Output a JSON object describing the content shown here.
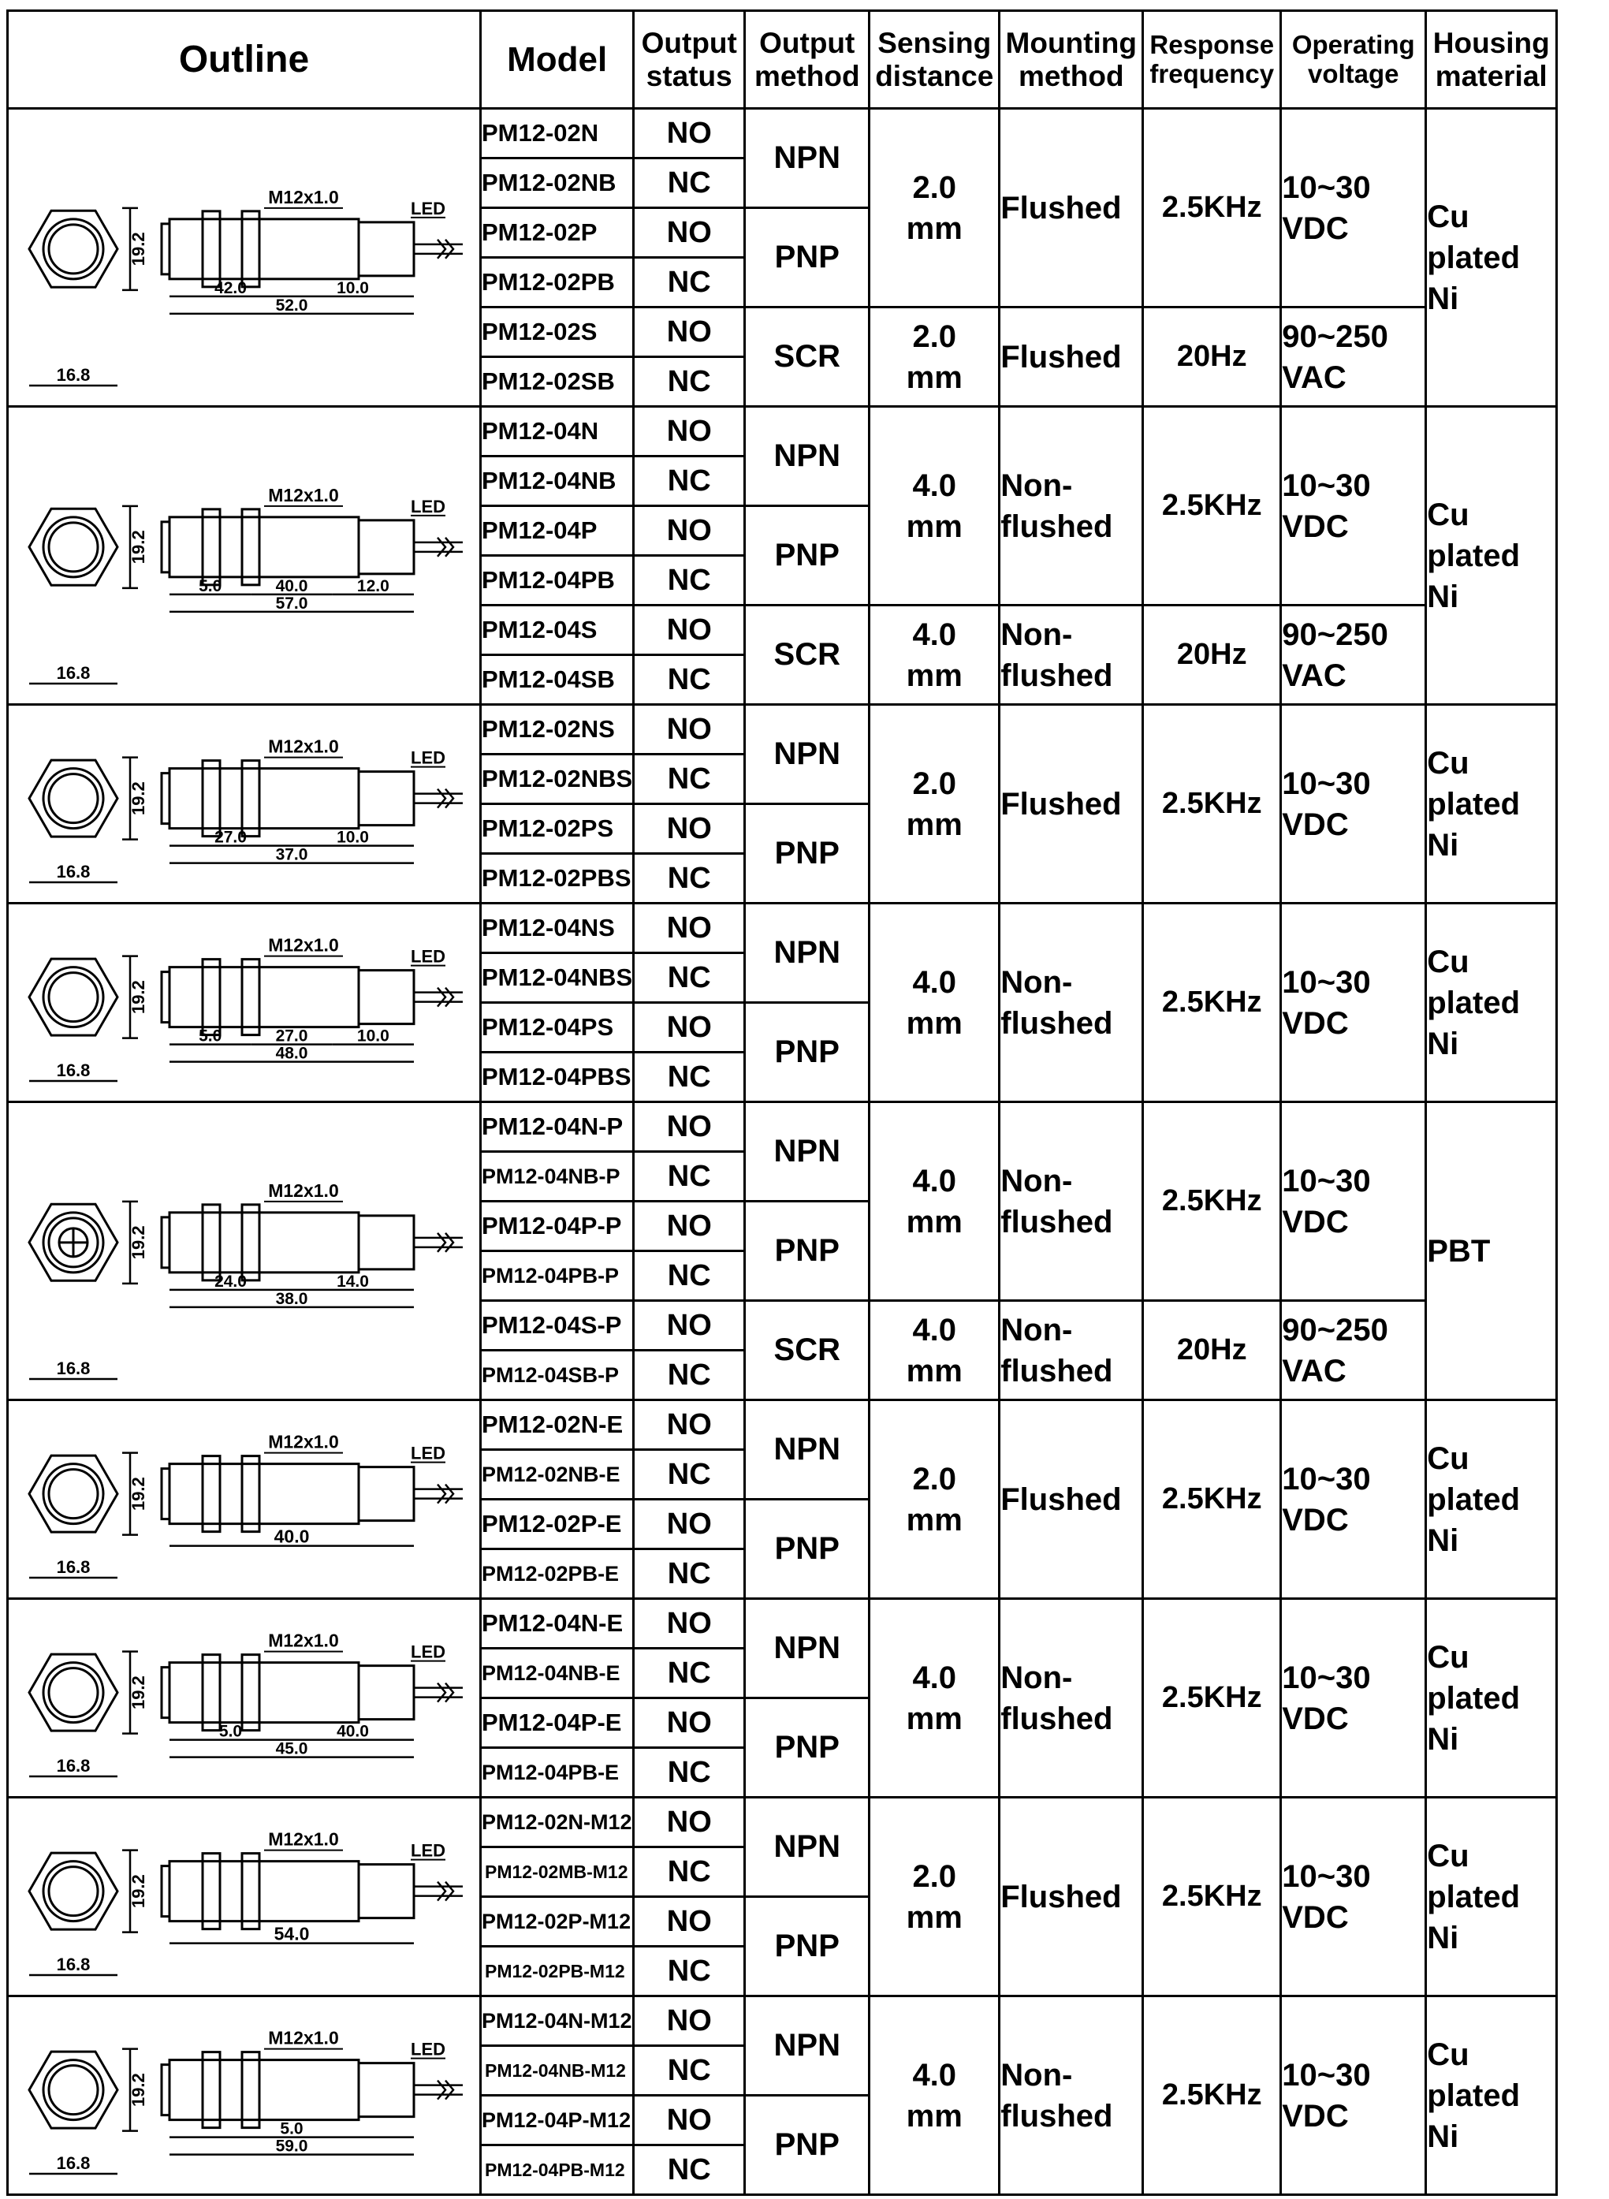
{
  "headers": {
    "outline": "Outline",
    "model": "Model",
    "output_status": [
      "Output",
      "status"
    ],
    "output_method": [
      "Output",
      "method"
    ],
    "sensing_distance": [
      "Sensing",
      "distance"
    ],
    "mounting_method": [
      "Mounting",
      "method"
    ],
    "response_frequency": [
      "Response",
      "frequency"
    ],
    "operating_voltage": [
      "Operating",
      "voltage"
    ],
    "housing_material": [
      "Housing",
      "material"
    ]
  },
  "groups": [
    {
      "outline": {
        "thread": "M12x1.0",
        "led": "LED",
        "width": "16.8",
        "height": "19.2",
        "dims": [
          "42.0",
          "10.0",
          "52.0"
        ]
      },
      "housing": [
        "Cu",
        "plated",
        "Ni"
      ],
      "models": [
        "PM12-02N",
        "PM12-02NB",
        "PM12-02P",
        "PM12-02PB",
        "PM12-02S",
        "PM12-02SB"
      ],
      "status": [
        "NO",
        "NC",
        "NO",
        "NC",
        "NO",
        "NC"
      ],
      "blocks": [
        {
          "method": [
            "NPN",
            "PNP"
          ],
          "distance": [
            "2.0",
            "mm"
          ],
          "mounting": [
            "Flushed"
          ],
          "frequency": "2.5KHz",
          "voltage": [
            "10~30",
            "VDC"
          ]
        },
        {
          "method": [
            "SCR"
          ],
          "distance": [
            "2.0",
            "mm"
          ],
          "mounting": [
            "Flushed"
          ],
          "frequency": "20Hz",
          "voltage": [
            "90~250",
            "VAC"
          ]
        }
      ]
    },
    {
      "outline": {
        "thread": "M12x1.0",
        "led": "LED",
        "width": "16.8",
        "height": "19.2",
        "dims": [
          "5.0",
          "40.0",
          "12.0",
          "57.0"
        ]
      },
      "housing": [
        "Cu",
        "plated",
        "Ni"
      ],
      "models": [
        "PM12-04N",
        "PM12-04NB",
        "PM12-04P",
        "PM12-04PB",
        "PM12-04S",
        "PM12-04SB"
      ],
      "status": [
        "NO",
        "NC",
        "NO",
        "NC",
        "NO",
        "NC"
      ],
      "blocks": [
        {
          "method": [
            "NPN",
            "PNP"
          ],
          "distance": [
            "4.0",
            "mm"
          ],
          "mounting": [
            "Non-",
            "flushed"
          ],
          "frequency": "2.5KHz",
          "voltage": [
            "10~30",
            "VDC"
          ]
        },
        {
          "method": [
            "SCR"
          ],
          "distance": [
            "4.0",
            "mm"
          ],
          "mounting": [
            "Non-",
            "flushed"
          ],
          "frequency": "20Hz",
          "voltage": [
            "90~250",
            "VAC"
          ]
        }
      ]
    },
    {
      "outline": {
        "thread": "M12x1.0",
        "led": "LED",
        "width": "16.8",
        "height": "19.2",
        "dims": [
          "27.0",
          "10.0",
          "37.0"
        ]
      },
      "housing": [
        "Cu",
        "plated",
        "Ni"
      ],
      "models": [
        "PM12-02NS",
        "PM12-02NBS",
        "PM12-02PS",
        "PM12-02PBS"
      ],
      "status": [
        "NO",
        "NC",
        "NO",
        "NC"
      ],
      "blocks": [
        {
          "method": [
            "NPN",
            "PNP"
          ],
          "distance": [
            "2.0",
            "mm"
          ],
          "mounting": [
            "Flushed"
          ],
          "frequency": "2.5KHz",
          "voltage": [
            "10~30",
            "VDC"
          ]
        }
      ]
    },
    {
      "outline": {
        "thread": "M12x1.0",
        "led": "LED",
        "width": "16.8",
        "height": "19.2",
        "dims": [
          "5.0",
          "27.0",
          "10.0",
          "48.0"
        ]
      },
      "housing": [
        "Cu",
        "plated",
        "Ni"
      ],
      "models": [
        "PM12-04NS",
        "PM12-04NBS",
        "PM12-04PS",
        "PM12-04PBS"
      ],
      "status": [
        "NO",
        "NC",
        "NO",
        "NC"
      ],
      "blocks": [
        {
          "method": [
            "NPN",
            "PNP"
          ],
          "distance": [
            "4.0",
            "mm"
          ],
          "mounting": [
            "Non-",
            "flushed"
          ],
          "frequency": "2.5KHz",
          "voltage": [
            "10~30",
            "VDC"
          ]
        }
      ]
    },
    {
      "outline": {
        "thread": "M12x1.0",
        "led": "",
        "width": "16.8",
        "height": "19.2",
        "dims": [
          "24.0",
          "14.0",
          "38.0"
        ]
      },
      "housing": [
        "PBT"
      ],
      "models": [
        "PM12-04N-P",
        "PM12-04NB-P",
        "PM12-04P-P",
        "PM12-04PB-P",
        "PM12-04S-P",
        "PM12-04SB-P"
      ],
      "status": [
        "NO",
        "NC",
        "NO",
        "NC",
        "NO",
        "NC"
      ],
      "blocks": [
        {
          "method": [
            "NPN",
            "PNP"
          ],
          "distance": [
            "4.0",
            "mm"
          ],
          "mounting": [
            "Non-",
            "flushed"
          ],
          "frequency": "2.5KHz",
          "voltage": [
            "10~30",
            "VDC"
          ]
        },
        {
          "method": [
            "SCR"
          ],
          "distance": [
            "4.0",
            "mm"
          ],
          "mounting": [
            "Non-",
            "flushed"
          ],
          "frequency": "20Hz",
          "voltage": [
            "90~250",
            "VAC"
          ]
        }
      ]
    },
    {
      "outline": {
        "thread": "M12x1.0",
        "led": "LED",
        "width": "16.8",
        "height": "19.2",
        "dims": [
          "40.0"
        ]
      },
      "housing": [
        "Cu",
        "plated",
        "Ni"
      ],
      "models": [
        "PM12-02N-E",
        "PM12-02NB-E",
        "PM12-02P-E",
        "PM12-02PB-E"
      ],
      "status": [
        "NO",
        "NC",
        "NO",
        "NC"
      ],
      "blocks": [
        {
          "method": [
            "NPN",
            "PNP"
          ],
          "distance": [
            "2.0",
            "mm"
          ],
          "mounting": [
            "Flushed"
          ],
          "frequency": "2.5KHz",
          "voltage": [
            "10~30",
            "VDC"
          ]
        }
      ]
    },
    {
      "outline": {
        "thread": "M12x1.0",
        "led": "LED",
        "width": "16.8",
        "height": "19.2",
        "dims": [
          "5.0",
          "40.0",
          "45.0"
        ]
      },
      "housing": [
        "Cu",
        "plated",
        "Ni"
      ],
      "models": [
        "PM12-04N-E",
        "PM12-04NB-E",
        "PM12-04P-E",
        "PM12-04PB-E"
      ],
      "status": [
        "NO",
        "NC",
        "NO",
        "NC"
      ],
      "blocks": [
        {
          "method": [
            "NPN",
            "PNP"
          ],
          "distance": [
            "4.0",
            "mm"
          ],
          "mounting": [
            "Non-",
            "flushed"
          ],
          "frequency": "2.5KHz",
          "voltage": [
            "10~30",
            "VDC"
          ]
        }
      ]
    },
    {
      "outline": {
        "thread": "M12x1.0",
        "led": "LED",
        "width": "16.8",
        "height": "19.2",
        "dims": [
          "54.0"
        ]
      },
      "housing": [
        "Cu",
        "plated",
        "Ni"
      ],
      "models": [
        "PM12-02N-M12",
        "PM12-02MB-M12",
        "PM12-02P-M12",
        "PM12-02PB-M12"
      ],
      "status": [
        "NO",
        "NC",
        "NO",
        "NC"
      ],
      "blocks": [
        {
          "method": [
            "NPN",
            "PNP"
          ],
          "distance": [
            "2.0",
            "mm"
          ],
          "mounting": [
            "Flushed"
          ],
          "frequency": "2.5KHz",
          "voltage": [
            "10~30",
            "VDC"
          ]
        }
      ]
    },
    {
      "outline": {
        "thread": "M12x1.0",
        "led": "LED",
        "width": "16.8",
        "height": "19.2",
        "dims": [
          "5.0",
          "59.0"
        ]
      },
      "housing": [
        "Cu",
        "plated",
        "Ni"
      ],
      "models": [
        "PM12-04N-M12",
        "PM12-04NB-M12",
        "PM12-04P-M12",
        "PM12-04PB-M12"
      ],
      "status": [
        "NO",
        "NC",
        "NO",
        "NC"
      ],
      "blocks": [
        {
          "method": [
            "NPN",
            "PNP"
          ],
          "distance": [
            "4.0",
            "mm"
          ],
          "mounting": [
            "Non-",
            "flushed"
          ],
          "frequency": "2.5KHz",
          "voltage": [
            "10~30",
            "VDC"
          ]
        }
      ]
    }
  ]
}
